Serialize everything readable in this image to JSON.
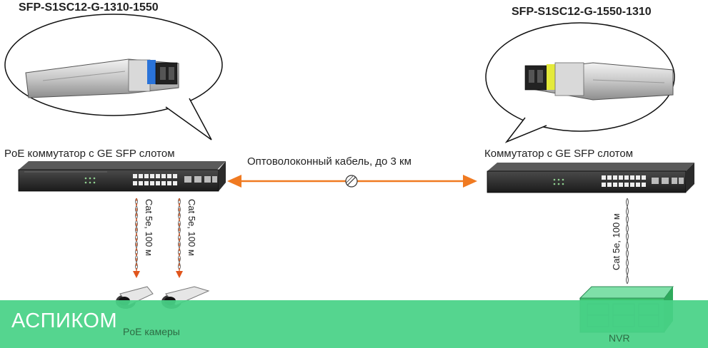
{
  "titles": {
    "left_module": "SFP-S1SC12-G-1310-1550",
    "right_module": "SFP-S1SC12-G-1550-1310"
  },
  "labels": {
    "left_switch": "PoE коммутатор с GE SFP слотом",
    "right_switch": "Коммутатор с GE SFP слотом",
    "fiber": "Оптоволоконный кабель, до  3 км",
    "cable_left_1": "Cat 5e, 100 м",
    "cable_left_2": "Cat 5e, 100 м",
    "cable_right": "Cat 5e, 100 м",
    "cameras": "PoE камеры",
    "nvr": "NVR"
  },
  "brand": {
    "name": "АСПИКОМ"
  },
  "colors": {
    "arrow": "#f07a21",
    "banner": "#48d287",
    "left_latch": "#2a73d9",
    "right_latch": "#e4ea3a",
    "nvr_body": "#3ec46f"
  }
}
